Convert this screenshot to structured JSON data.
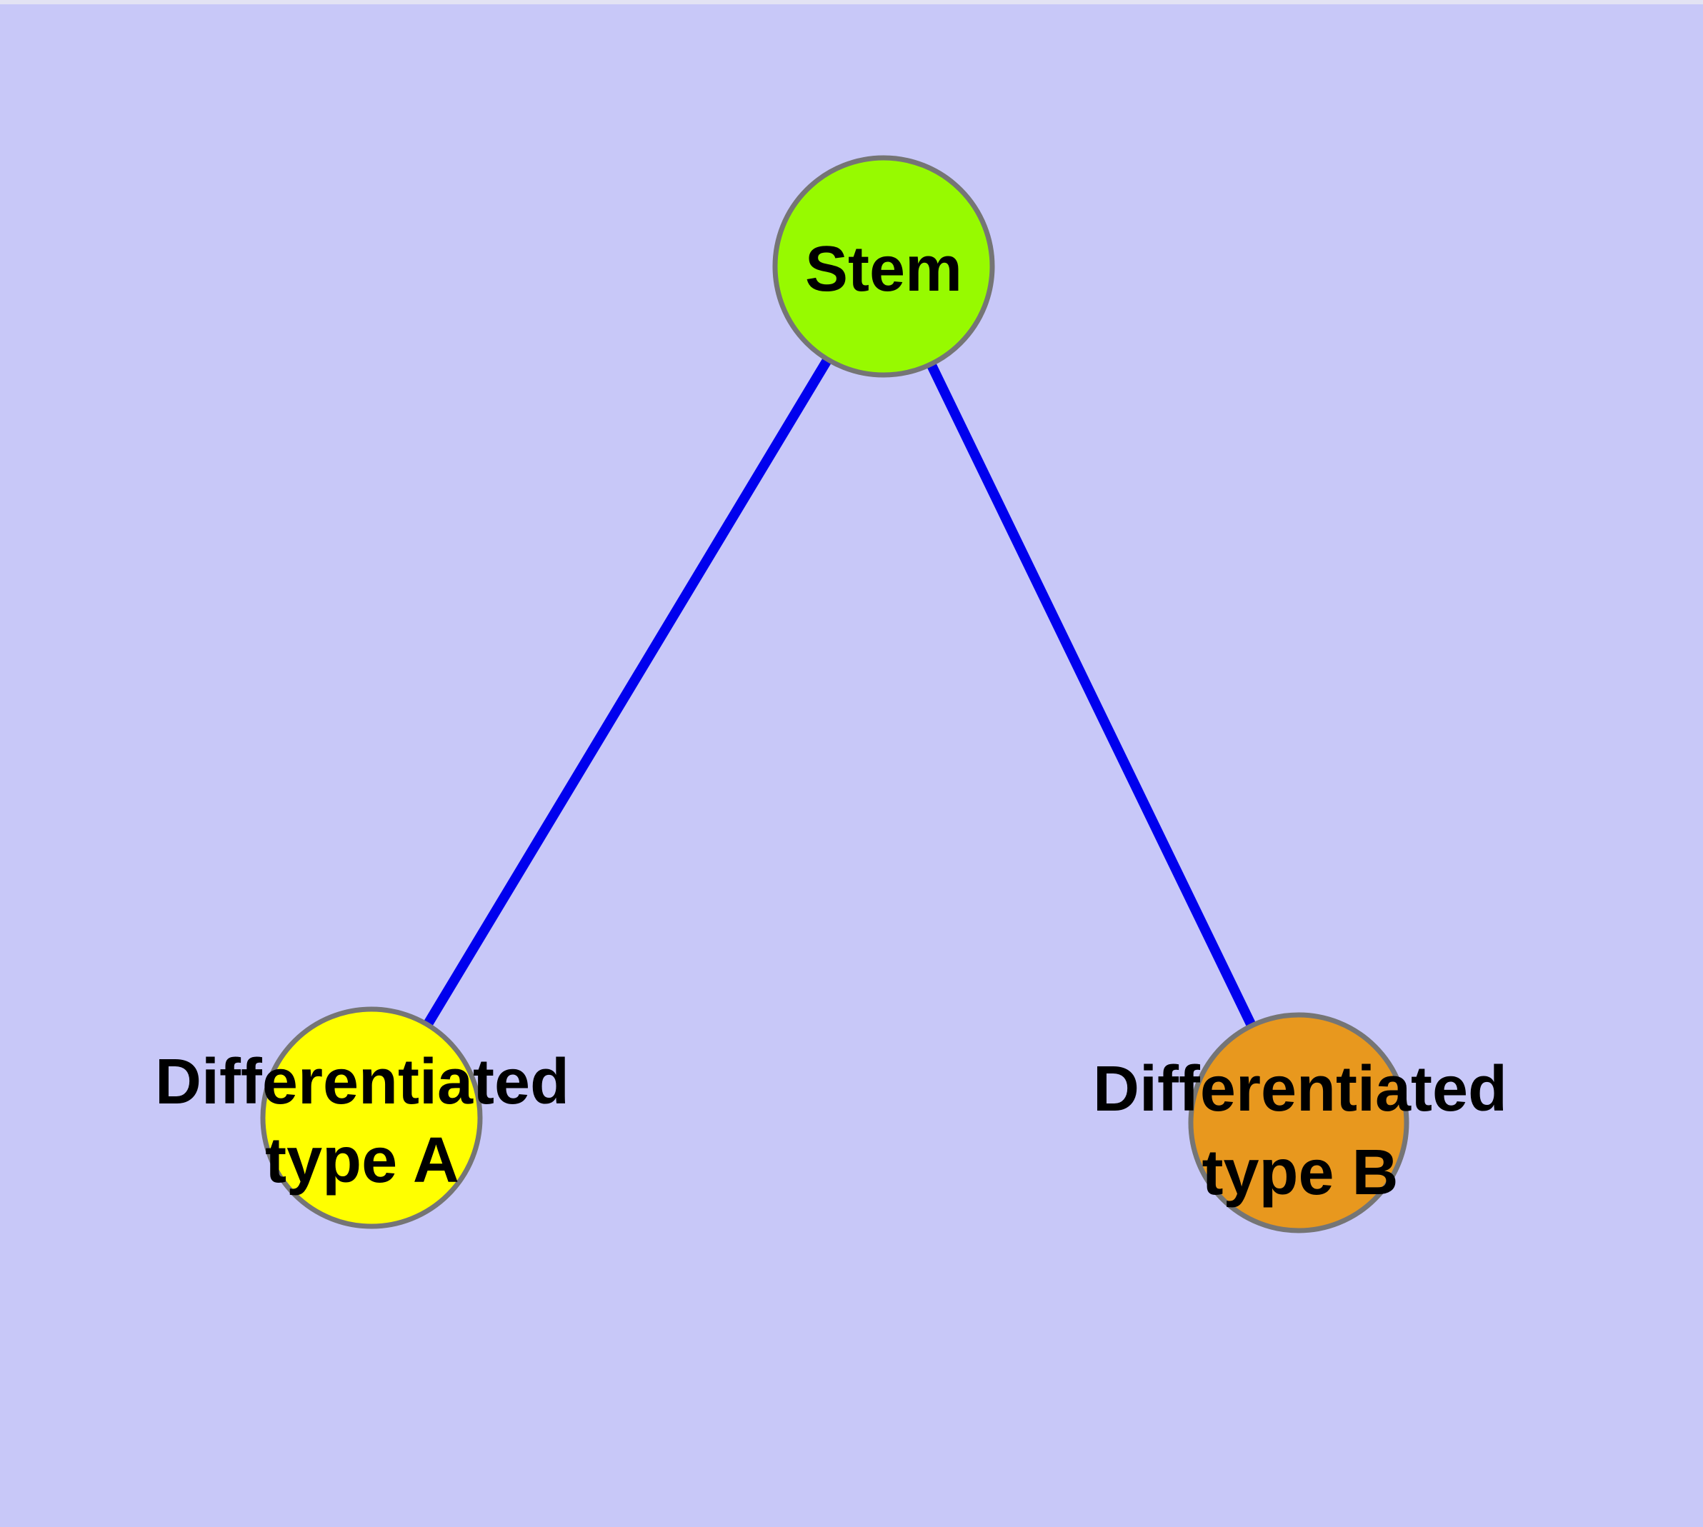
{
  "figure": {
    "kind": "cell-differentiation-node-link-diagram",
    "background": "#C8C8F8",
    "top_strip_color": "#E3E3F3",
    "label_color": "#000000",
    "node_border_color": "#757575",
    "edge_color": "#0000EE",
    "nodes": [
      {
        "id": "stem",
        "label": "Stem",
        "lines": [
          "Stem"
        ],
        "fill": "#97FA00"
      },
      {
        "id": "differentiated-type-a",
        "label": "Differentiated type A",
        "lines": [
          "Differentiated",
          "type A"
        ],
        "fill": "#FFFF00"
      },
      {
        "id": "differentiated-type-b",
        "label": "Differentiated type B",
        "lines": [
          "Differentiated",
          "type B"
        ],
        "fill": "#E8981E"
      }
    ],
    "edges": [
      {
        "from": "stem",
        "to": "differentiated-type-a"
      },
      {
        "from": "stem",
        "to": "differentiated-type-b"
      }
    ]
  }
}
